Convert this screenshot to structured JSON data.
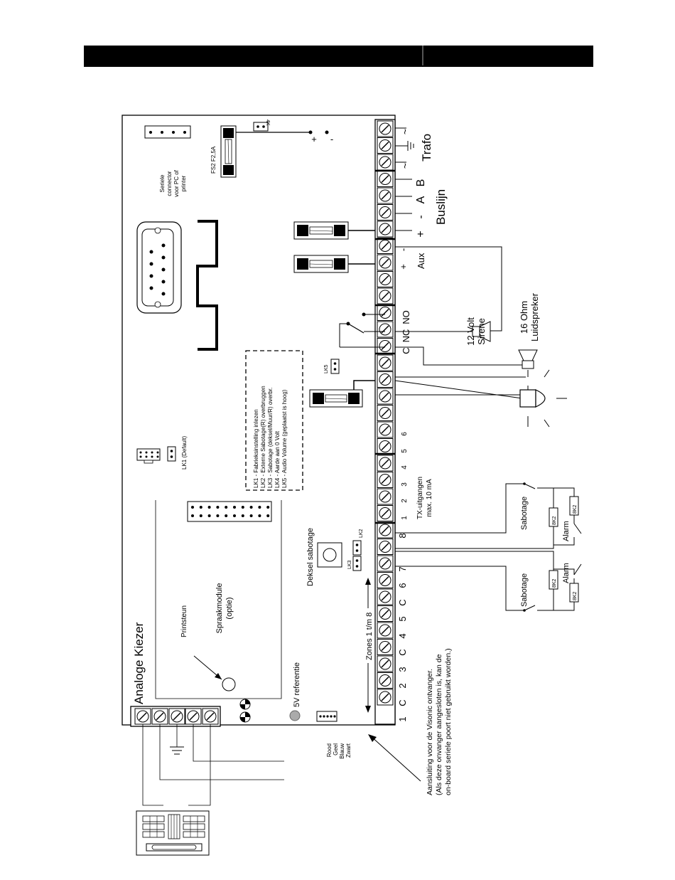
{
  "board": {
    "title": "Analoge Kiezer",
    "serial_connector_label": [
      "Seriele",
      "connector",
      "voor PC of",
      "printer"
    ],
    "fuse_fs2": "FS2 F2,5A",
    "link_4k": "4K",
    "lk1_default": "LK1 (Default)",
    "lk5": "LK5",
    "lk2": "LK2",
    "lk3": "LK3",
    "printsteun": "Printsteun",
    "spraakmodule": [
      "Spraakmodule",
      "(optie)"
    ],
    "ref_5v": "5V referentie",
    "deksel_sabotage": "Deksel sabotage",
    "zones_label": "Zones 1 t/m 8"
  },
  "lk_legend": [
    "LK1 - Fabrieksinstelling inlezen",
    "LK2 - Externe Sabotage(R) overbruggen",
    "LK3 - Sabotage (deksel/Muur/R) overbr.",
    "LK4 - Aarde aan 0 Volt",
    "LK5 - Audio Volume (geplaatst is hoog)"
  ],
  "terminals": {
    "zones": [
      "1",
      "C",
      "2",
      "3",
      "C",
      "4",
      "5",
      "C",
      "6",
      "7",
      "8"
    ],
    "tx": [
      "1",
      "2",
      "3",
      "4",
      "5",
      "6"
    ],
    "tx_label": [
      "TX-uitgangen",
      "max. 10 mA"
    ],
    "relay": [
      "C",
      "NC",
      "NO"
    ],
    "aux": [
      "+",
      "-"
    ],
    "aux_label": "Aux",
    "buslijn_terms": [
      "+",
      "-",
      "A",
      "B"
    ],
    "buslijn_label": "Buslijn",
    "trafo_terms": [
      "~",
      "~"
    ],
    "trafo_label": "Trafo"
  },
  "external": {
    "sirene": [
      "12 Volt",
      "Sirene"
    ],
    "luidspreker": [
      "16 Ohm",
      "Luidspreker"
    ],
    "sabotage": "Sabotage",
    "alarm": "Alarm",
    "resistor": "8K2",
    "wire_colors": [
      "Rood",
      "Geel",
      "Blauw",
      "Zwart"
    ],
    "visonic_note": [
      "Aansluiting voor de Visonic ontvanger.",
      "(Als deze onvanger aangesloten is, kan de",
      "on-board seriele poort niet gebruikt worden.)"
    ]
  }
}
